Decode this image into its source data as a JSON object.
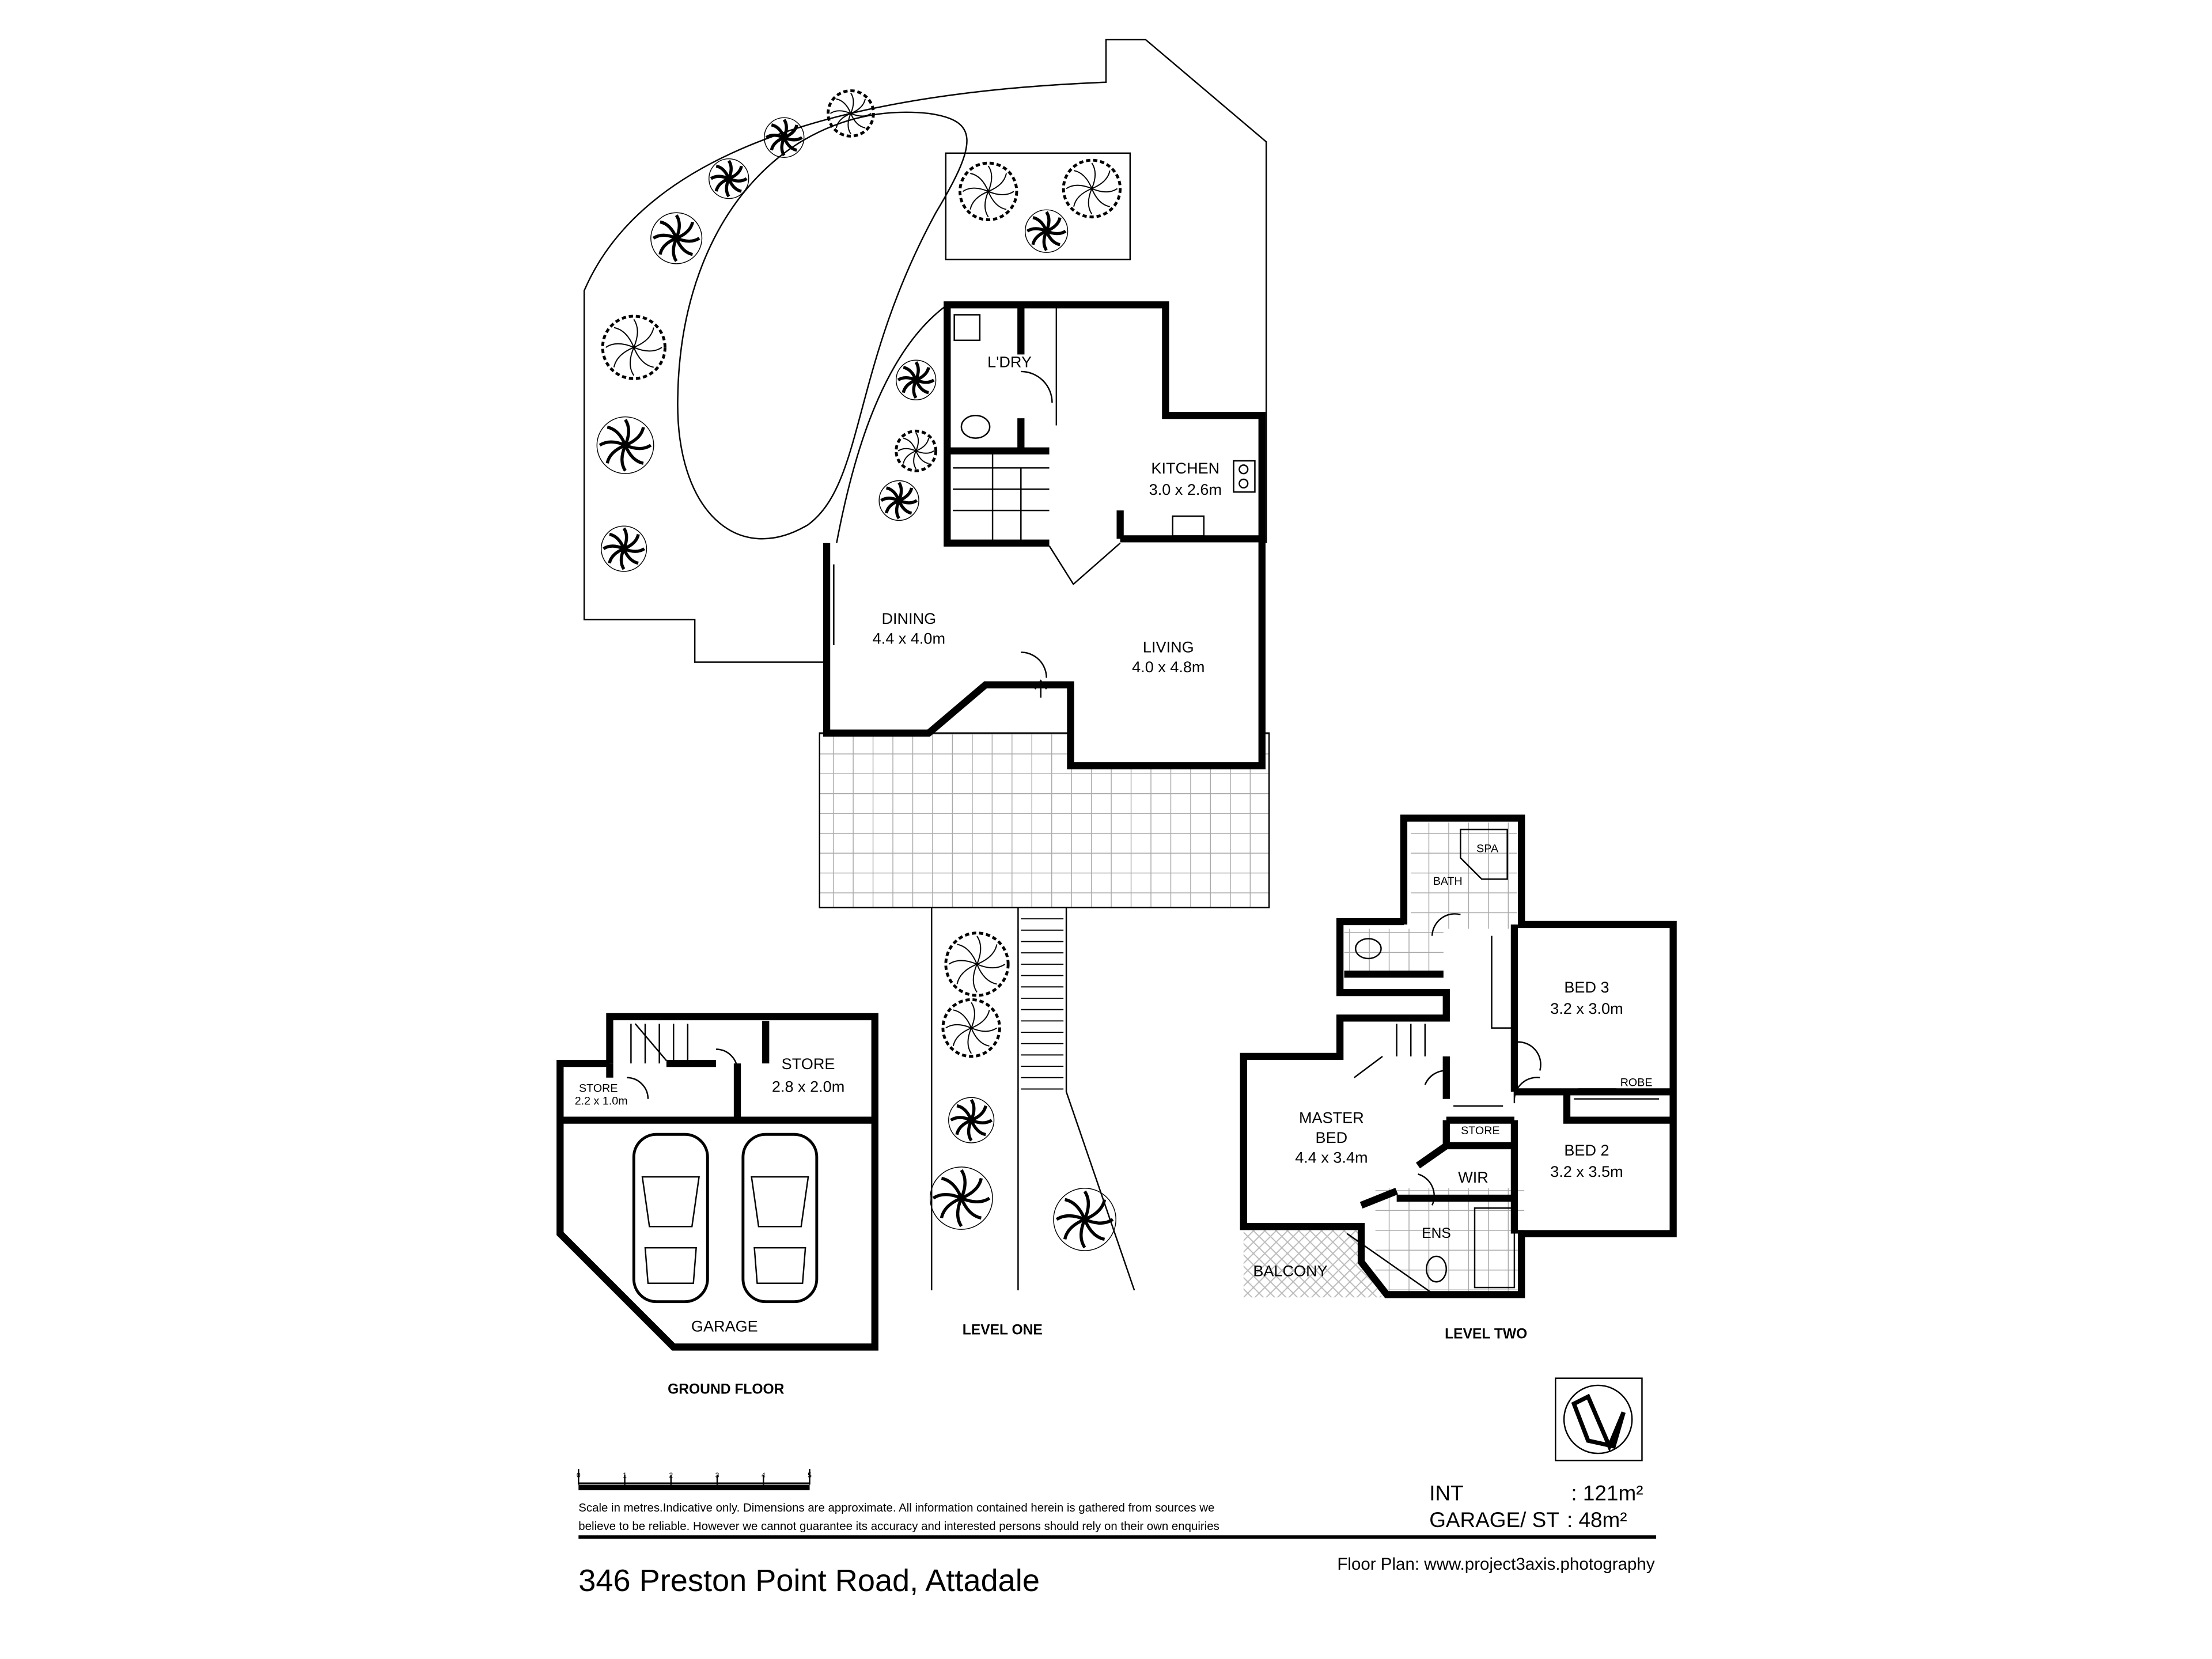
{
  "property": {
    "address": "346 Preston Point Road, Attadale",
    "credit": "Floor Plan: www.project3axis.photography"
  },
  "levels": {
    "ground_floor": {
      "title": "GROUND FLOOR",
      "rooms": [
        {
          "name": "STORE",
          "size": "2.8 x 2.0m"
        },
        {
          "name": "STORE",
          "size": "2.2 x 1.0m"
        },
        {
          "name": "GARAGE",
          "size": ""
        }
      ]
    },
    "level_one": {
      "title": "LEVEL ONE",
      "rooms": [
        {
          "name": "L'DRY",
          "size": ""
        },
        {
          "name": "KITCHEN",
          "size": "3.0 x 2.6m"
        },
        {
          "name": "DINING",
          "size": "4.4 x 4.0m"
        },
        {
          "name": "LIVING",
          "size": "4.0 x 4.8m"
        }
      ]
    },
    "level_two": {
      "title": "LEVEL TWO",
      "rooms": [
        {
          "name": "SPA"
        },
        {
          "name": "BATH"
        },
        {
          "name": "BED 3",
          "size": "3.2 x 3.0m"
        },
        {
          "name": "ROBE"
        },
        {
          "name": "STORE"
        },
        {
          "name": "MASTER",
          "name2": "BED",
          "size": "4.4 x 3.4m"
        },
        {
          "name": "WIR"
        },
        {
          "name": "BED 2",
          "size": "3.2 x 3.5m"
        },
        {
          "name": "ENS"
        },
        {
          "name": "BALCONY"
        }
      ]
    }
  },
  "scale": {
    "ticks": [
      "0",
      "1",
      "2",
      "3",
      "4",
      "5"
    ],
    "unit": "metres"
  },
  "disclaimer": {
    "line1": "Scale in metres.Indicative only. Dimensions are approximate. All information contained herein is gathered from sources we",
    "line2": "believe to be reliable. However we cannot guarantee its accuracy and interested persons should rely on their own enquiries"
  },
  "areas": {
    "int_label": "INT",
    "int_value": ": 121m²",
    "garage_label": "GARAGE/ ST",
    "garage_value": ":   48m²"
  },
  "compass": {
    "icon": "north-arrow-icon"
  }
}
